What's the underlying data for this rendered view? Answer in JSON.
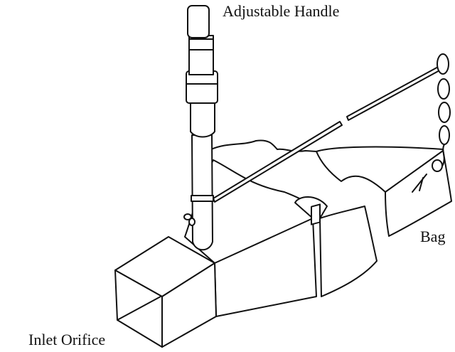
{
  "labels": {
    "handle": "Adjustable Handle",
    "bag": "Bag",
    "inlet": "Inlet Orifice"
  },
  "colors": {
    "ink": "#111111",
    "background": "#ffffff"
  }
}
